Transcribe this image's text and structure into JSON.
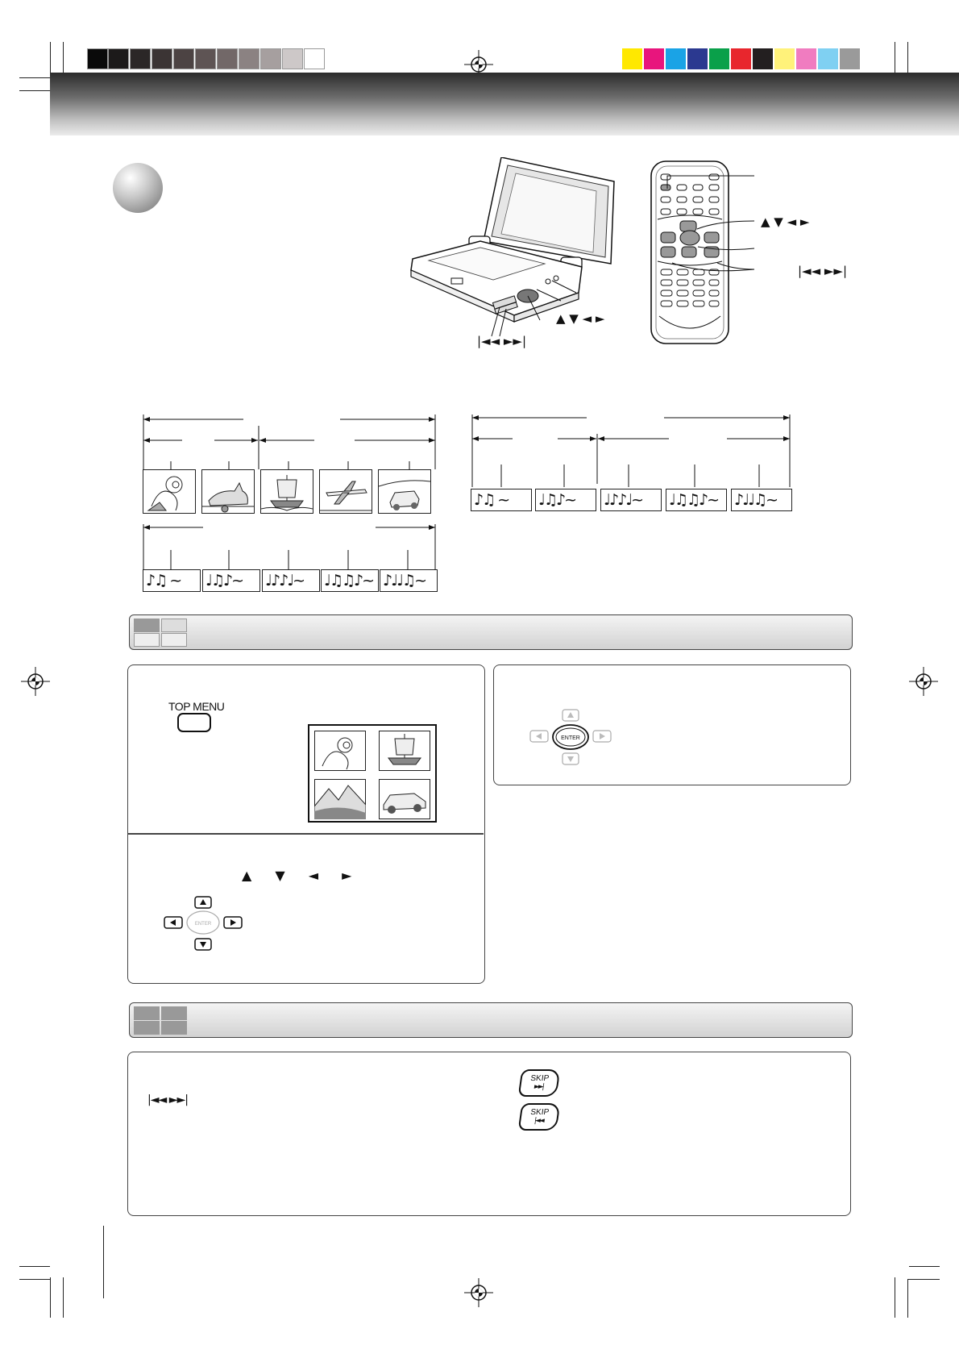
{
  "calibration": {
    "grey_swatches": [
      "#0a0a0a",
      "#1c1a1a",
      "#2b2727",
      "#3b3434",
      "#4c4343",
      "#5e5454",
      "#726868",
      "#8b8282",
      "#a69f9f",
      "#cdc8c8",
      "#ffffff"
    ],
    "color_swatches": [
      "#ffe800",
      "#e8157d",
      "#1aa3e6",
      "#2b3990",
      "#0aa04a",
      "#e8262d",
      "#231f20",
      "#fff27a",
      "#f07cc0",
      "#7fd0f2",
      "#9a9a9a"
    ]
  },
  "header": {
    "band_colors": [
      "#2b2b2b",
      "#ececec"
    ]
  },
  "player_labels": {
    "arrows": "▲ ▼ ◄ ►",
    "skip": "|◄◄ ►►|"
  },
  "remote_labels": {
    "arrows": "▲ ▼ ◄ ►",
    "skip": "|◄◄ ►►|"
  },
  "diagrams": {
    "video_frames": [
      "girl-with-flower",
      "cat",
      "sailing-ship",
      "airplane",
      "car"
    ],
    "audio_frames": [
      "♪♫ ~",
      "♩♫♪~",
      "♩♪♪♩~",
      "♩♫♫♪~",
      "♪♩♩♫~"
    ]
  },
  "top_menu_panel": {
    "button_label": "TOP MENU",
    "arrows": "▲ ▼ ◄ ►",
    "enter_label": "ENTER",
    "menu_thumbnails": [
      "girl-with-flower",
      "sailing-ship",
      "mountains",
      "car"
    ]
  },
  "enter_panel": {
    "enter_label": "ENTER"
  },
  "skip_panel": {
    "skip_glyphs": "|◄◄ ►►|",
    "skip_forward_label": "SKIP",
    "skip_forward_glyph": "►►|",
    "skip_back_label": "SKIP",
    "skip_back_glyph": "|◄◄"
  }
}
